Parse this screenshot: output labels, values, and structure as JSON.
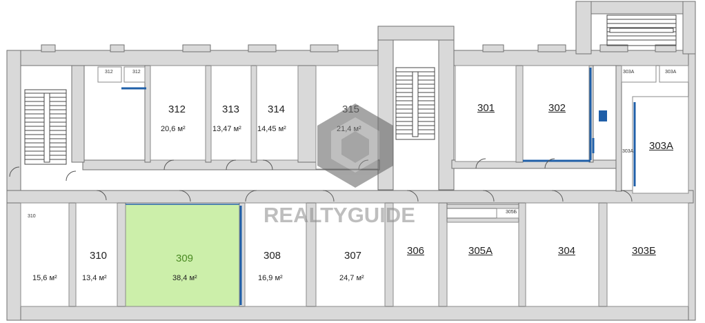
{
  "watermark": {
    "text": "REALTYGUIDE"
  },
  "colors": {
    "wall": "#d9d9d9",
    "wall_edge": "#6f6f6f",
    "highlight": "#ccefaa",
    "partition": "#1f5fa8"
  },
  "rooms": [
    {
      "id": "312-wc-a",
      "number": "312"
    },
    {
      "id": "312-wc-b",
      "number": "312"
    },
    {
      "id": "312",
      "number": "312",
      "area": "20,6 м²"
    },
    {
      "id": "313",
      "number": "313",
      "area": "13,47 м²"
    },
    {
      "id": "314",
      "number": "314",
      "area": "14,45 м²"
    },
    {
      "id": "315",
      "number": "315",
      "area": "21,4 м²"
    },
    {
      "id": "301",
      "number": "301"
    },
    {
      "id": "302",
      "number": "302"
    },
    {
      "id": "303a-top",
      "number": "303А"
    },
    {
      "id": "303a-wc",
      "number": "303А"
    },
    {
      "id": "303a-small",
      "number": "303А"
    },
    {
      "id": "303a",
      "number": "303А"
    },
    {
      "id": "310-small",
      "number": "310"
    },
    {
      "id": "310-left",
      "area": "15,6 м²"
    },
    {
      "id": "310",
      "number": "310",
      "area": "13,4 м²"
    },
    {
      "id": "309",
      "number": "309",
      "area": "38,4 м²",
      "highlighted": true
    },
    {
      "id": "308",
      "number": "308",
      "area": "16,9 м²"
    },
    {
      "id": "307",
      "number": "307",
      "area": "24,7 м²"
    },
    {
      "id": "306",
      "number": "306"
    },
    {
      "id": "305b",
      "number": "305Б"
    },
    {
      "id": "305a",
      "number": "305А"
    },
    {
      "id": "304",
      "number": "304"
    },
    {
      "id": "303b",
      "number": "303Б"
    }
  ]
}
